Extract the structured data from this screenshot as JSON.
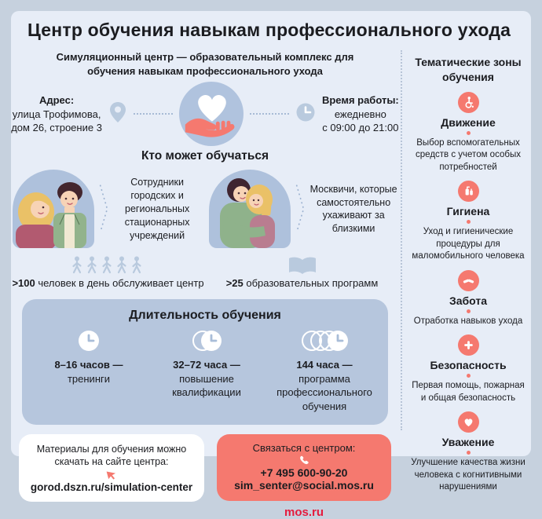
{
  "title": "Центр обучения навыкам профессионального ухода",
  "subtitle": "Симуляционный центр — образовательный комплекс для обучения навыкам профессионального ухода",
  "info": {
    "address_label": "Адрес:",
    "address_line1": "улица Трофимова,",
    "address_line2": "дом 26, строение 3",
    "hours_label": "Время работы:",
    "hours_line1": "ежедневно",
    "hours_line2": "с 09:00 до 21:00",
    "center_icon": "heart-in-hand-icon",
    "address_icon": "location-pin-icon",
    "hours_icon": "clock-icon"
  },
  "who": {
    "heading": "Кто может обучаться",
    "items": [
      {
        "illustration": "two-colleagues-illustration",
        "text": "Сотрудники городских и региональных стационарных учреждений"
      },
      {
        "illustration": "hugging-relatives-illustration",
        "text": "Москвичи, которые самостоятельно ухаживают за близкими"
      }
    ]
  },
  "stats": [
    {
      "icon": "walking-people-icons",
      "value": ">100",
      "text": "человек в день обслуживает центр"
    },
    {
      "icon": "open-book-icon",
      "value": ">25",
      "text": "образовательных программ"
    }
  ],
  "duration": {
    "heading": "Длительность обучения",
    "items": [
      {
        "icon": "clock-icon",
        "hours": "8–16 часов —",
        "label": "тренинги"
      },
      {
        "icon": "clock-echo-icon",
        "hours": "32–72 часа —",
        "label": "повышение квалификации"
      },
      {
        "icon": "clock-multi-echo-icon",
        "hours": "144 часа —",
        "label": "программа профессионального обучения"
      }
    ]
  },
  "materials": {
    "text": "Материалы для обучения можно скачать на сайте центра:",
    "cursor_icon": "cursor-arrow-icon",
    "url": "gorod.dszn.ru/simulation-center"
  },
  "contact": {
    "heading": "Связаться с центром:",
    "phone_icon": "phone-icon",
    "phone": "+7 495 600-90-20",
    "email": "sim_senter@social.mos.ru"
  },
  "footer": {
    "site": "mos.ru"
  },
  "sidebar": {
    "heading": "Тематические зоны обучения",
    "zones": [
      {
        "icon": "wheelchair-icon",
        "title": "Движение",
        "text": "Выбор вспомогательных средств с учетом особых потребностей"
      },
      {
        "icon": "hygiene-bottles-icon",
        "title": "Гигиена",
        "text": "Уход и гигиенические процедуры для маломобильного человека"
      },
      {
        "icon": "handshake-icon",
        "title": "Забота",
        "text": "Отработка навыков ухода"
      },
      {
        "icon": "medical-cross-icon",
        "title": "Безопасность",
        "text": "Первая помощь, пожарная и общая безопасность"
      },
      {
        "icon": "heart-icon",
        "title": "Уважение",
        "text": "Улучшение качества жизни человека с когнитивными нарушениями"
      }
    ]
  },
  "colors": {
    "accent_salmon": "#f5796f",
    "card_blue": "#e7edf7",
    "box_blue": "#b6c6dd",
    "icon_blue": "#bccde3",
    "mos_red": "#e51b3d",
    "outer_bg": "#c6d1de"
  }
}
